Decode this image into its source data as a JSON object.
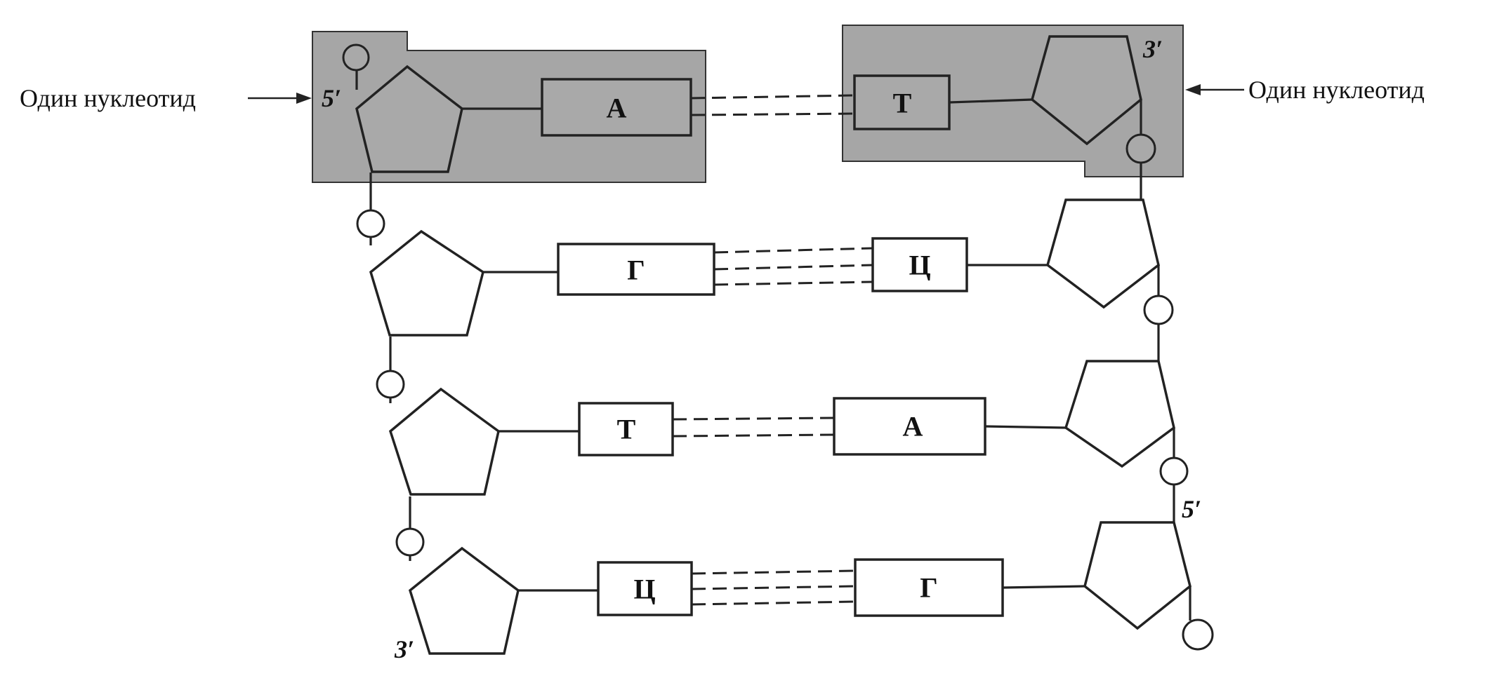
{
  "callouts": {
    "left": "Один нуклеотид",
    "right": "Один нуклеотид"
  },
  "ends": {
    "left_top": "5′",
    "left_bottom": "3′",
    "right_top": "3′",
    "right_bottom": "5′"
  },
  "pairs": [
    {
      "left_base": "А",
      "right_base": "Т",
      "hydrogen_bonds": 2,
      "highlighted": true
    },
    {
      "left_base": "Г",
      "right_base": "Ц",
      "hydrogen_bonds": 3,
      "highlighted": false
    },
    {
      "left_base": "Т",
      "right_base": "А",
      "hydrogen_bonds": 2,
      "highlighted": false
    },
    {
      "left_base": "Ц",
      "right_base": "Г",
      "hydrogen_bonds": 3,
      "highlighted": false
    }
  ]
}
